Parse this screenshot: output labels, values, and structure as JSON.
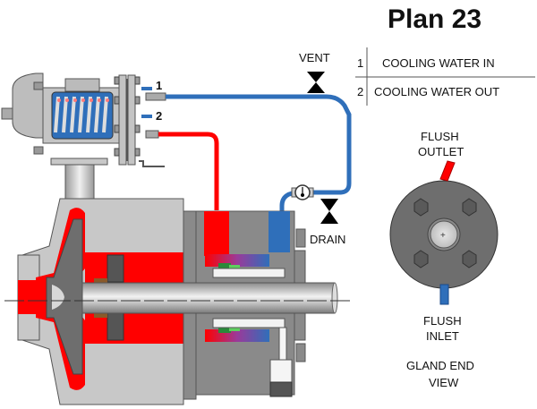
{
  "title": "Plan 23",
  "legend": [
    {
      "num": "1",
      "label": "COOLING WATER IN"
    },
    {
      "num": "2",
      "label": "COOLING WATER OUT"
    }
  ],
  "port_labels": {
    "port1": "1",
    "port2": "2"
  },
  "valve_labels": {
    "vent": "VENT",
    "drain": "DRAIN"
  },
  "gland_view": {
    "outlet_line1": "FLUSH",
    "outlet_line2": "OUTLET",
    "inlet_line1": "FLUSH",
    "inlet_line2": "INLET",
    "caption_line1": "GLAND END",
    "caption_line2": "VIEW"
  },
  "colors": {
    "hot": "#ff0000",
    "cool": "#2f6fba",
    "housing_light": "#c8c8c8",
    "housing_dark": "#7a7a7a",
    "seal_green": "#2a8a3a"
  }
}
